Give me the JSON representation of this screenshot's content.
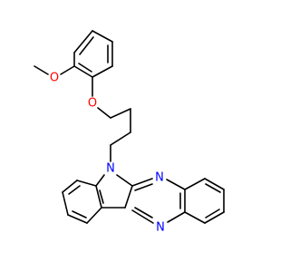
{
  "molecule": {
    "atoms": {
      "methoxy_o": "O",
      "ether_o": "O",
      "ring_n": "N",
      "pyrazine_n_upper": "N",
      "pyrazine_n_lower": "N"
    },
    "colors": {
      "bond": "#000000",
      "oxygen": "#ff0000",
      "nitrogen": "#0000ff",
      "background": "#ffffff"
    }
  }
}
